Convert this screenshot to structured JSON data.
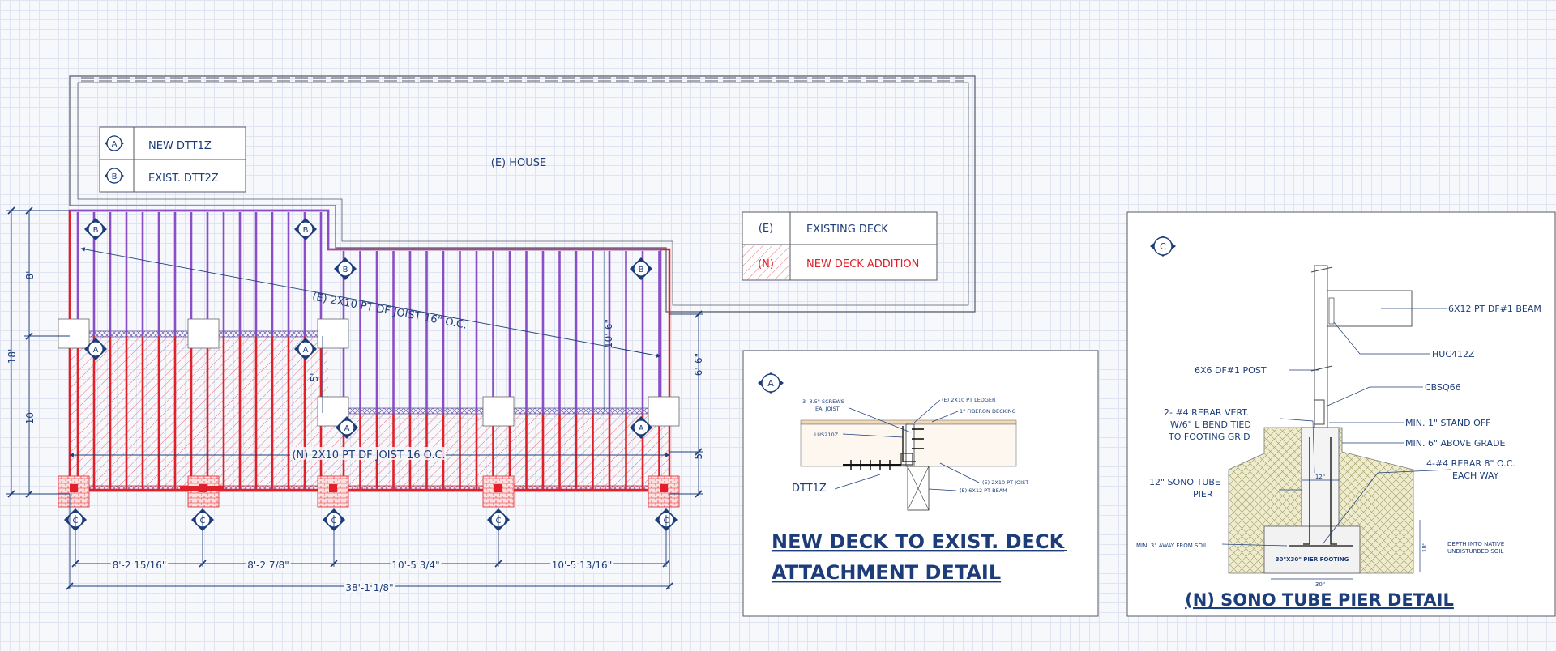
{
  "house_label": "(E) HOUSE",
  "legend_top": {
    "rows": [
      {
        "tag": "A",
        "label": "NEW DTT1Z"
      },
      {
        "tag": "B",
        "label": "EXIST. DTT2Z"
      }
    ]
  },
  "legend_deck": {
    "rows": [
      {
        "tag": "(E)",
        "label": "EXISTING DECK",
        "color": "#1d3d7a"
      },
      {
        "tag": "(N)",
        "label": "NEW DECK ADDITION",
        "color": "#e0202a"
      }
    ]
  },
  "plan": {
    "joist_existing_note": "(E) 2X10 PT DF JOIST 16\" O.C.",
    "joist_new_note": "(N) 2X10 PT DF JOIST 16 O.C.",
    "marker_labels": {
      "a": "A",
      "b": "B",
      "c": "C"
    },
    "dims_left": {
      "overall": "18'",
      "upper": "8'",
      "lower": "10'"
    },
    "dims_right": {
      "span_upper": "10'-6\"",
      "right_upper": "6'-6\"",
      "right_lower": "5'",
      "step": "5'"
    },
    "dims_bottom": [
      "8'-2 15/16\"",
      "8'-2 7/8\"",
      "10'-5 3/4\"",
      "10'-5 13/16\""
    ],
    "dim_total": "38'-1 1/8\""
  },
  "detail_attachment": {
    "marker": "A",
    "title_line1": "NEW DECK TO EXIST. DECK",
    "title_line2": "ATTACHMENT DETAIL",
    "notes": {
      "screws": "3- 3.5\" SCREWS",
      "screws2": "EA. JOIST",
      "ledger": "(E) 2X10 PT LEDGER",
      "decking": "1\" FIBERON DECKING",
      "hanger": "LUS210Z",
      "dtt": "DTT1Z",
      "joist": "(E) 2X10 PT JOIST",
      "beam": "(E) 6X12 PT BEAM"
    }
  },
  "detail_pier": {
    "marker": "C",
    "title": "(N) SONO TUBE PIER DETAIL",
    "notes": {
      "beam": "6X12 PT DF#1 BEAM",
      "huc": "HUC412Z",
      "post": "6X6 DF#1 POST",
      "cbs": "CBSQ66",
      "standoff": "MIN. 1\" STAND OFF",
      "above_grade": "MIN. 6\" ABOVE GRADE",
      "rebar_vert1": "2- #4 REBAR VERT.",
      "rebar_vert2": "W/6\" L BEND TIED",
      "rebar_vert3": "TO FOOTING GRID",
      "rebar_grid1": "4-#4 REBAR 8\" O.C.",
      "rebar_grid2": "EACH WAY",
      "sono1": "12\" SONO TUBE",
      "sono2": "PIER",
      "dim12": "12\"",
      "soil": "MIN. 3\" AWAY FROM SOIL",
      "depth1": "DEPTH INTO NATIVE",
      "depth2": "UNDISTURBED SOIL",
      "depth_dim": "18\"",
      "footing": "30\"X30\" PIER FOOTING",
      "dim30": "30\""
    }
  },
  "colors": {
    "ink": "#1d3d7a",
    "new": "#e0202a",
    "existing": "#8a4fc8",
    "line": "#555a66"
  }
}
